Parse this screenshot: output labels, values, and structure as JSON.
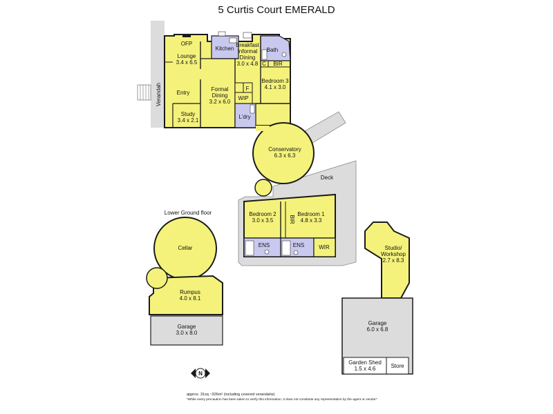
{
  "title": "5 Curtis Court EMERALD",
  "colors": {
    "room_yellow": "#f4f27a",
    "wet_area_blue": "#c9c9ef",
    "outdoor_grey": "#dcdcdc",
    "wall": "#1a1a1a"
  },
  "labels": {
    "verandah": "Verandah",
    "ofp": "OFP",
    "lounge": "Lounge",
    "lounge_dim": "3.4 x 6.5",
    "kitchen": "Kitchen",
    "breakfast_1": "Breakfast",
    "breakfast_2": "Informal",
    "breakfast_3": "Dining",
    "breakfast_dim": "3.0 x 4.8",
    "bath": "Bath",
    "c": "C",
    "bir_top": "BIR",
    "bedroom3": "Bedroom 3",
    "bedroom3_dim": "4.1 x 3.0",
    "entry": "Entry",
    "formal_1": "Formal",
    "formal_2": "Dining",
    "formal_dim": "3.2 x 6.0",
    "f": "F",
    "wip": "WIP",
    "study": "Study",
    "study_dim": "3.4 x 2.1",
    "ldry": "L'dry",
    "conservatory": "Conservatory",
    "conservatory_dim": "6.3 x 6.3",
    "deck": "Deck",
    "bedroom2": "Bedroom 2",
    "bedroom2_dim": "3.0 x 3.5",
    "bir_mid": "BIR",
    "bedroom1": "Bedroom 1",
    "bedroom1_dim": "4.8 x 3.3",
    "ens": "ENS",
    "wir": "WIR",
    "lower_ground": "Lower Ground floor",
    "cellar": "Cellar",
    "rumpus": "Rumpus",
    "rumpus_dim": "4.0 x 8.1",
    "garage_left": "Garage",
    "garage_left_dim": "3.0 x 8.0",
    "studio_1": "Studio/",
    "studio_2": "Workshop",
    "studio_dim": "2.7 x 8.3",
    "garage_right": "Garage",
    "garage_right_dim": "6.0 x 6.8",
    "garden_shed": "Garden Shed",
    "garden_shed_dim": "1.5 x 4.6",
    "store": "Store",
    "compass": "N"
  },
  "footer": {
    "area": "approx. 31sq ~326m² (including covered verandahs)",
    "disclaimer": "*While every precaution has been taken to verify this information, it does not constitute any representation by the agent or vendor*"
  }
}
